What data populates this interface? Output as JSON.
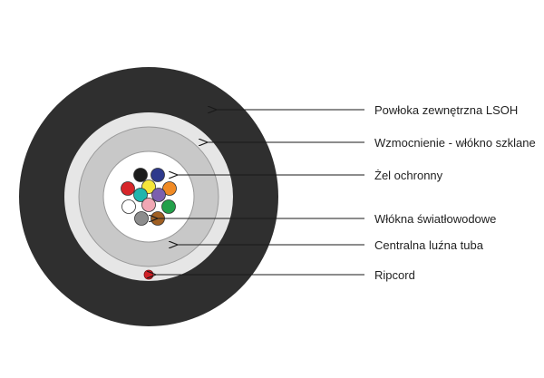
{
  "labels": {
    "outer_jacket": "Powłoka zewnętrzna LSOH",
    "reinforcement": "Wzmocnienie - włókno szklane",
    "gel": "Żel ochronny",
    "fibers": "Włókna światłowodowe",
    "tube": "Centralna luźna tuba",
    "ripcord": "Ripcord"
  },
  "colors": {
    "jacket": "#2f2f2f",
    "reinforcement_ring": "#e6e6e6",
    "tube_wall": "#c8c8c8",
    "gel": "#ffffff",
    "ripcord": "#d21f26",
    "outline": "#1a1a1a"
  },
  "fibers": [
    {
      "name": "black",
      "color": "#1c1c1c"
    },
    {
      "name": "blue",
      "color": "#2e3a8c"
    },
    {
      "name": "red",
      "color": "#d7262a"
    },
    {
      "name": "yellow",
      "color": "#f6e63a"
    },
    {
      "name": "orange",
      "color": "#f08a24"
    },
    {
      "name": "turquoise",
      "color": "#1fb5ad"
    },
    {
      "name": "white",
      "color": "#ffffff"
    },
    {
      "name": "violet",
      "color": "#7b5fae"
    },
    {
      "name": "green",
      "color": "#22a04a"
    },
    {
      "name": "pink",
      "color": "#f1a7b4"
    },
    {
      "name": "grey",
      "color": "#8d8d8d"
    },
    {
      "name": "brown",
      "color": "#a05f22"
    }
  ]
}
